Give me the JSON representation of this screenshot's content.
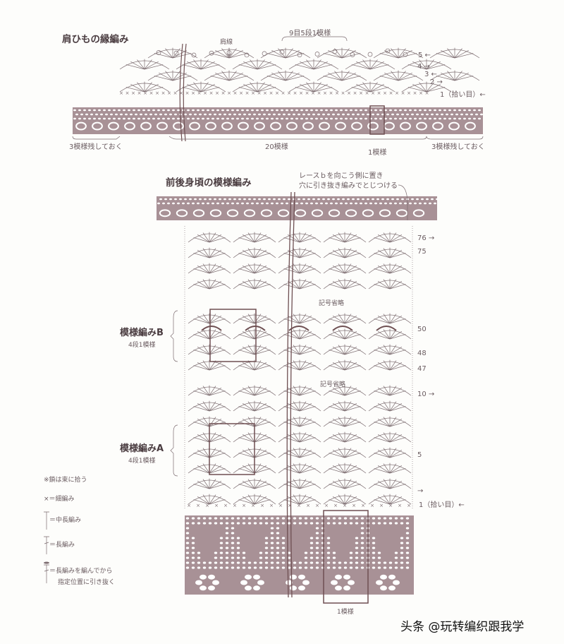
{
  "colors": {
    "lace": "#a89196",
    "ink": "#7c6c70",
    "box": "#6e4f52",
    "paper": "#fdfdfb"
  },
  "strap": {
    "title": "肩ひもの縁編み",
    "shoulder_line": "肩線",
    "repeat": "9目5段1模様",
    "rows": [
      "5 ←",
      "4 →",
      "3 ←",
      "2 →",
      "1（拾い目）←"
    ],
    "left_note": "3模様残しておく",
    "middle_note": "20模様",
    "one_repeat": "1模様",
    "right_note": "3模様残しておく"
  },
  "body": {
    "title": "前後身頃の模様編み",
    "note_line1": "レースｂを向こう側に置き",
    "note_line2": "穴に引き抜き編みでとじつける",
    "rows": {
      "r76": "76 →",
      "r75": "75",
      "r50": "50",
      "r48": "48",
      "r47": "47",
      "r10": "10 →",
      "r5": "5",
      "r1_arrow": "→",
      "r1": "1（拾い目）←"
    },
    "omitted_1": "記号省略",
    "omitted_2": "記号省略",
    "pattern_b": "模様編みB",
    "pattern_b_sub": "4段1模様",
    "pattern_a": "模様編みA",
    "pattern_a_sub": "4段1模様",
    "one_repeat": "1模様"
  },
  "legend": {
    "note": "※鎖は束に拾う",
    "sc": "×＝細編み",
    "hdc": "＝中長編み",
    "dc": "＝長編み",
    "dc_slip_1": "＝長編みを編んでから",
    "dc_slip_2": "指定位置に引き抜く"
  },
  "watermark": "头条 @玩转编织跟我学"
}
